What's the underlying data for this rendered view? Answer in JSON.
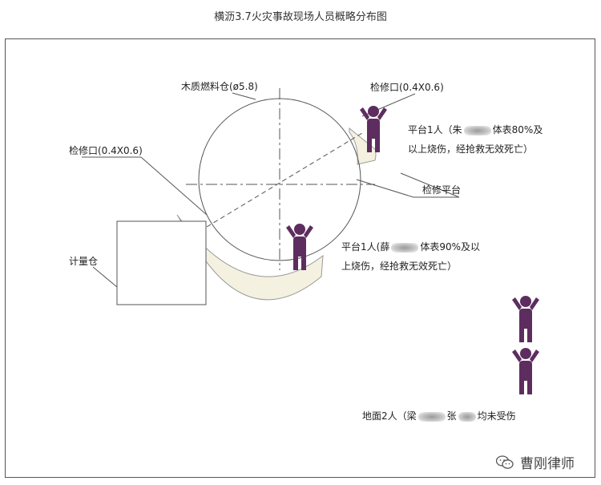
{
  "title": "横沥3.7火灾事故现场人员概略分布图",
  "labels": {
    "fuel_silo": "木质燃料仓(ø5.8)",
    "hatch_top": "检修口(0.4X0.6)",
    "hatch_left": "检修口(0.4X0.6)",
    "platform": "检修平台",
    "metering_silo": "计量仓"
  },
  "notes": {
    "top_person": {
      "line1_prefix": "平台1人（朱",
      "line1_suffix": "体表80%及",
      "line2": "以上烧伤，经抢救无效死亡）"
    },
    "middle_person": {
      "line1_prefix": "平台1人(薛",
      "line1_suffix": "体表90%及以",
      "line2": "上烧伤，经抢救无效死亡）"
    },
    "ground": {
      "prefix": "地面2人（梁",
      "middle": "张",
      "suffix": "均未受伤"
    }
  },
  "watermark": "曹刚律师",
  "colors": {
    "person": "#5e2d5f",
    "platform_fill": "#f4f1e1",
    "line": "#444444"
  }
}
